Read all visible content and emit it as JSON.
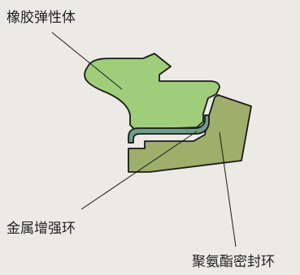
{
  "labels": {
    "rubber_elastomer": "橡胶弹性体",
    "metal_ring": "金属增强环",
    "polyurethane_seal": "聚氨酯密封环"
  },
  "colors": {
    "background": "#eceae4",
    "rubber_fill": "#9fcd79",
    "polyurethane_fill": "#9fae6a",
    "metal_fill": "#6f9e8a",
    "outline": "#1a1a1a"
  }
}
